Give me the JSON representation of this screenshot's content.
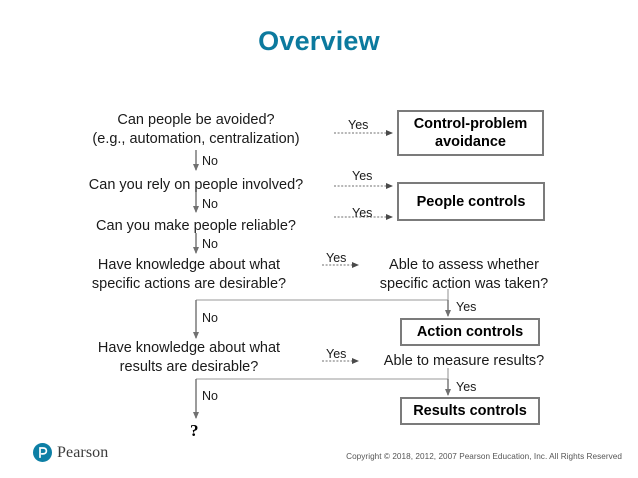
{
  "slide": {
    "title": "Overview"
  },
  "diagram": {
    "questions": [
      {
        "id": "q-avoid-people",
        "text": "Can people be avoided?\n(e.g., automation, centralization)"
      },
      {
        "id": "q-rely-on-people",
        "text": "Can you rely on people involved?"
      },
      {
        "id": "q-make-reliable",
        "text": "Can you make people reliable?"
      },
      {
        "id": "q-know-actions",
        "text": "Have knowledge about what\nspecific actions are desirable?"
      },
      {
        "id": "q-assess-action",
        "text": "Able to assess whether\nspecific action was taken?"
      },
      {
        "id": "q-know-results",
        "text": "Have knowledge about what\nresults are desirable?"
      },
      {
        "id": "q-measure-results",
        "text": "Able to measure results?"
      }
    ],
    "boxes": [
      {
        "id": "box-control-problem-avoidance",
        "label": "Control-problem\navoidance"
      },
      {
        "id": "box-people-controls",
        "label": "People controls"
      },
      {
        "id": "box-action-controls",
        "label": "Action controls"
      },
      {
        "id": "box-results-controls",
        "label": "Results controls"
      }
    ],
    "edge_labels": {
      "yes_avoid_people": "Yes",
      "no_avoid_people": "No",
      "yes_rely_on_people": "Yes",
      "no_rely_on_people": "No",
      "yes_make_reliable": "Yes",
      "no_make_reliable": "No",
      "yes_know_actions": "Yes",
      "no_know_actions": "No",
      "yes_assess_action": "Yes",
      "yes_know_results": "Yes",
      "no_know_results": "No",
      "yes_measure_results": "Yes"
    },
    "terminal": "?",
    "colors": {
      "title": "#0c7a9e",
      "box_border": "#7b7b7b",
      "connector": "#808080",
      "solid_line": "#9a9a9a",
      "brand": "#0d7fa5"
    }
  },
  "footer": {
    "brand": "Pearson",
    "copyright": "Copyright © 2018, 2012, 2007 Pearson Education, Inc. All Rights Reserved"
  }
}
